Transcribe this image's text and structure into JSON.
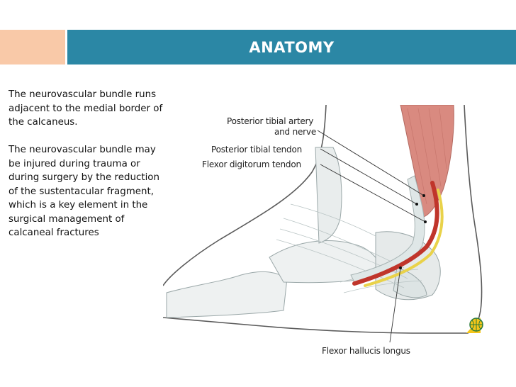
{
  "slide": {
    "title": "ANATOMY",
    "paragraphs": [
      "The neurovascular bundle runs adjacent to the medial border of the calcaneus.",
      "The neurovascular bundle may be injured during trauma or during surgery by the reduction of the sustentacular fragment, which is a key element in the surgical management of calcaneal fractures"
    ]
  },
  "figure": {
    "labels": {
      "artery_nerve_line1": "Posterior tibial artery",
      "artery_nerve_line2": "and nerve",
      "tibial_tendon": "Posterior tibial tendon",
      "digitorum_tendon": "Flexor digitorum tendon",
      "hallucis": "Flexor hallucis longus"
    },
    "logo_icon": "globe-logo-icon"
  },
  "colors": {
    "header": "#2b87a5",
    "header_accent": "#f9c9a8",
    "title_text": "#ffffff",
    "muscle": "#d98a80",
    "artery": "#c0352b",
    "tendon": "#e9d24a"
  }
}
